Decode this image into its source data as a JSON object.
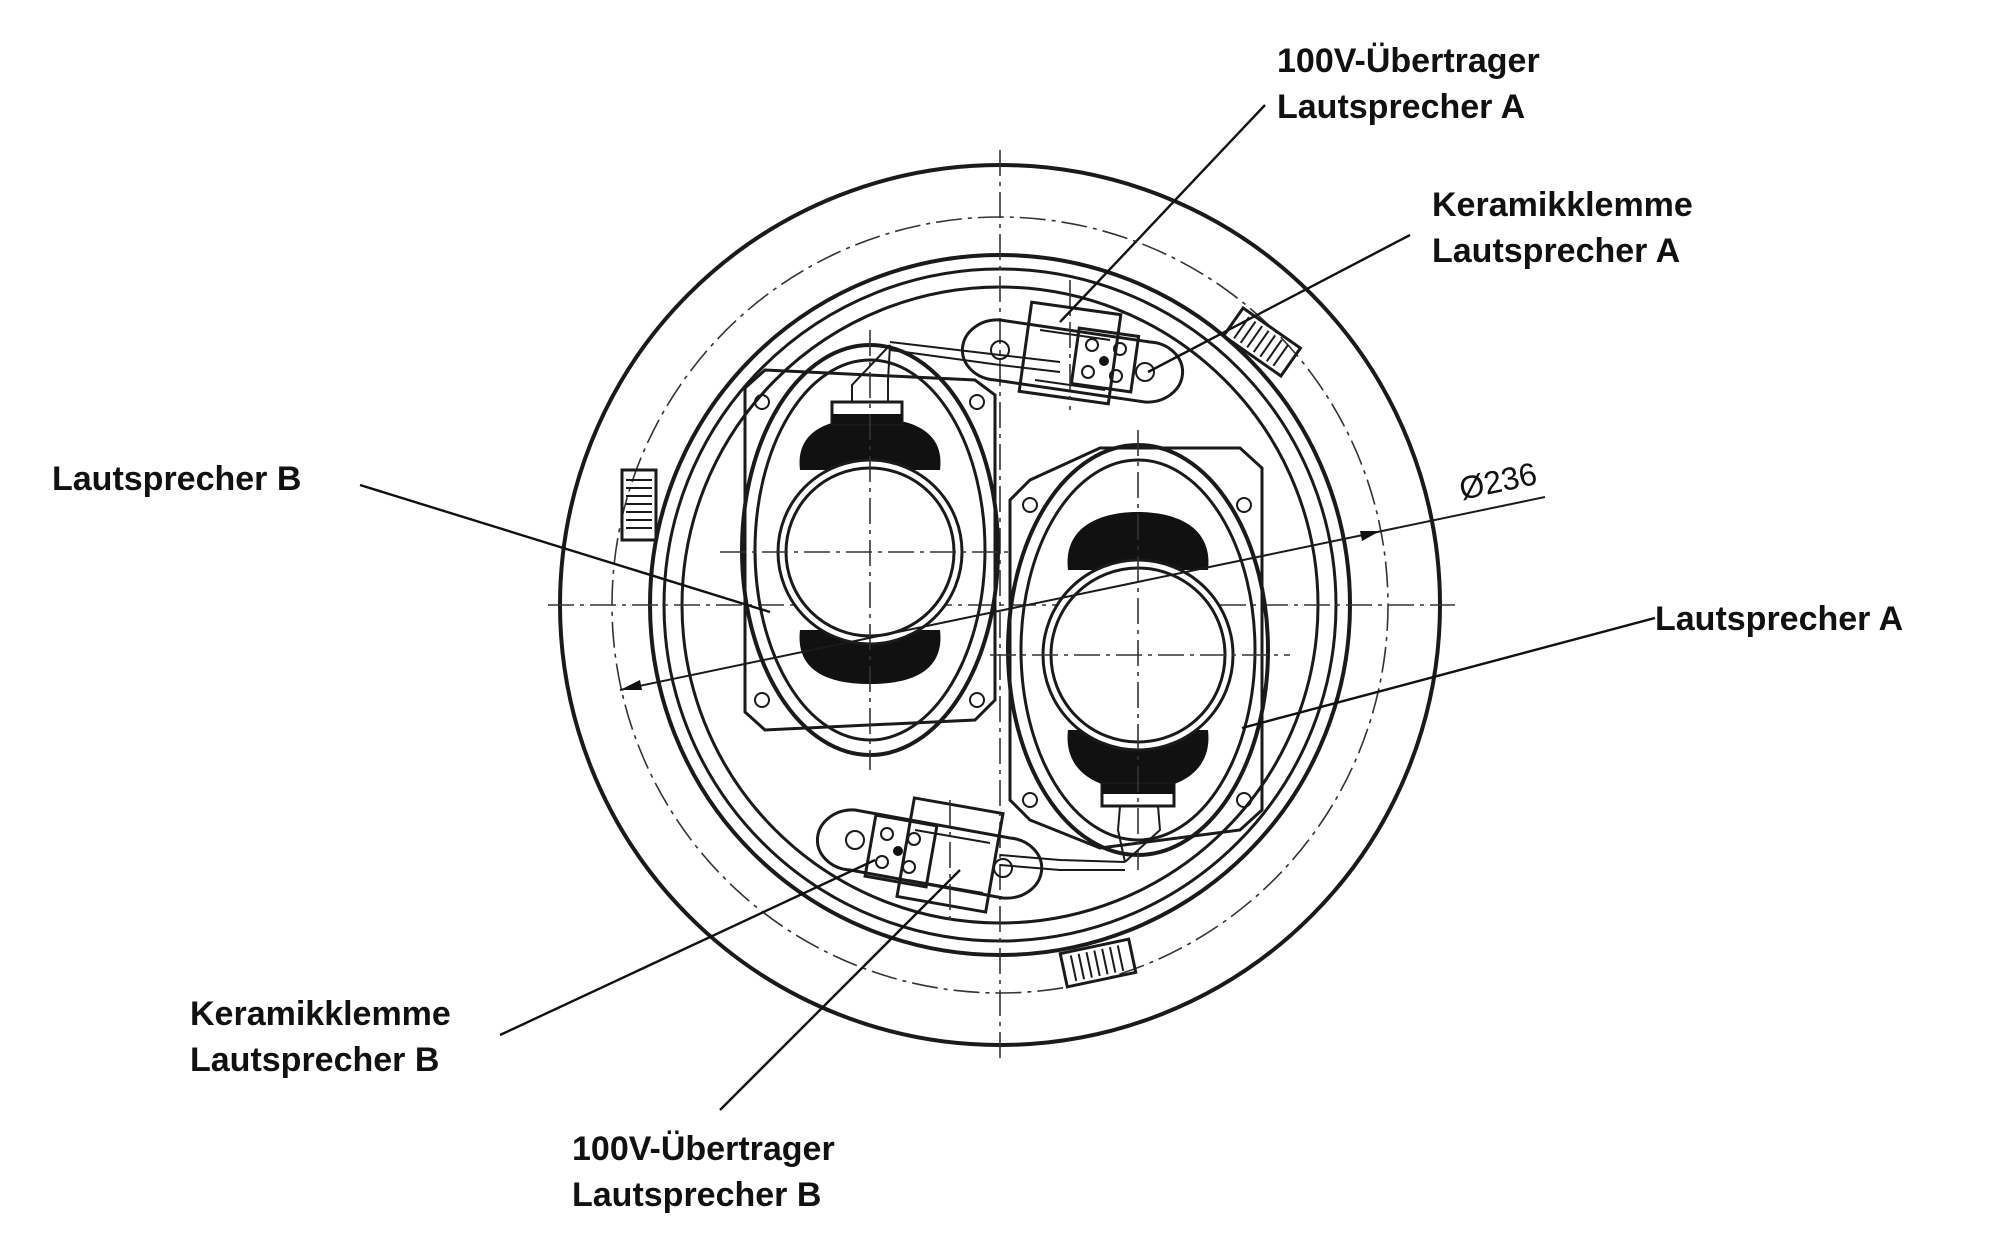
{
  "diagram": {
    "labels": {
      "transformer_a_line1": "100V-Übertrager",
      "transformer_a_line2": "Lautsprecher A",
      "terminal_a_line1": "Keramikklemme",
      "terminal_a_line2": "Lautsprecher A",
      "speaker_b": "Lautsprecher B",
      "speaker_a": "Lautsprecher A",
      "terminal_b_line1": "Keramikklemme",
      "terminal_b_line2": "Lautsprecher B",
      "transformer_b_line1": "100V-Übertrager",
      "transformer_b_line2": "Lautsprecher B"
    },
    "dimension": "Ø236",
    "colors": {
      "line": "#1a1a1a",
      "magnet": "#111111",
      "background": "#ffffff"
    }
  }
}
